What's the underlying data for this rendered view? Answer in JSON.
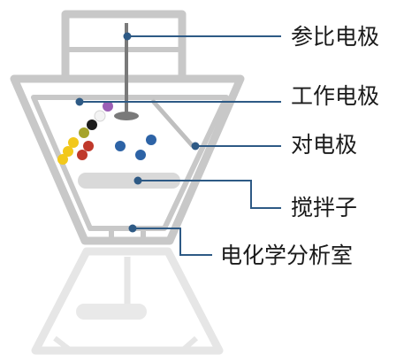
{
  "labels": {
    "reference_electrode": "参比电极",
    "working_electrode": "工作电极",
    "counter_electrode": "对电极",
    "stir_bar": "搅拌子",
    "analysis_chamber": "电化学分析室"
  },
  "colors": {
    "frame": "#c8c8c8",
    "frame_light": "#e4e4e4",
    "leader_line": "#2e5a85",
    "leader_dot": "#2e5a85",
    "electrode_rod": "#7a7a7a",
    "particle_blue": "#2d63a6",
    "particle_yellow": "#f2c81b",
    "particle_red": "#c0392b",
    "particle_olive": "#a6a42b",
    "particle_black": "#1c1c1c",
    "particle_white": "#f4f4f4",
    "particle_purple": "#9b5fb5"
  }
}
